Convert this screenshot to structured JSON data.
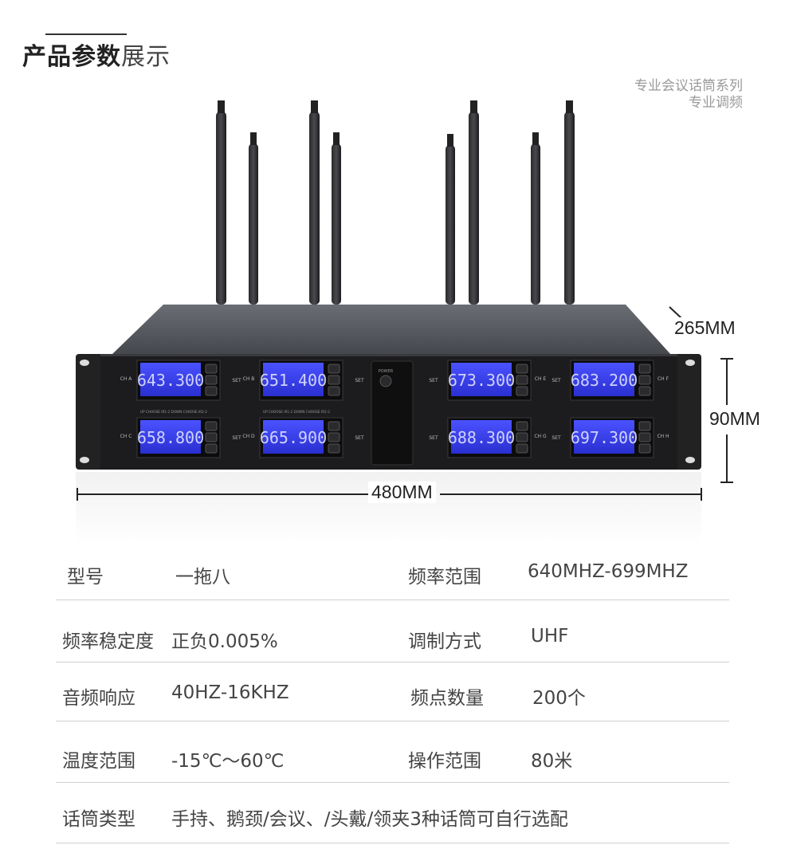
{
  "header": {
    "title_bold": "产品参数",
    "title_light": "展示",
    "tagline_line1": "专业会议话筒系列",
    "tagline_line2": "专业调频"
  },
  "device": {
    "channels": [
      {
        "label": "CH A",
        "freq": "643.300"
      },
      {
        "label": "CH B",
        "freq": "651.400"
      },
      {
        "label": "CH E",
        "freq": "673.300"
      },
      {
        "label": "CH F",
        "freq": "683.200"
      },
      {
        "label": "CH C",
        "freq": "658.800"
      },
      {
        "label": "CH D",
        "freq": "665.900"
      },
      {
        "label": "CH G",
        "freq": "688.300"
      },
      {
        "label": "CH H",
        "freq": "697.300"
      }
    ],
    "power_label": "POWER",
    "set_label": "SET",
    "panel_legend": "UP CHOOSE IR1-2  DOWN CHOOSE IR2-2"
  },
  "dimensions": {
    "depth": "265MM",
    "height": "90MM",
    "width": "480MM"
  },
  "specs": [
    {
      "k1": "型号",
      "v1": "一拖八",
      "k2": "频率范围",
      "v2": "640MHZ-699MHZ"
    },
    {
      "k1": "频率稳定度",
      "v1": "正负0.005%",
      "k2": "调制方式",
      "v2": "UHF"
    },
    {
      "k1": "音频响应",
      "v1": "40HZ-16KHZ",
      "k2": "频点数量",
      "v2": "200个"
    },
    {
      "k1": "温度范围",
      "v1": "-15℃～60℃",
      "k2": "操作范围",
      "v2": "80米"
    },
    {
      "k1": "话筒类型",
      "v1": "手持、鹅颈/会议、/头戴/领夹3种话筒可自行选配",
      "k2": "",
      "v2": ""
    }
  ],
  "colors": {
    "lcd_blue": "#3a3ee8",
    "panel_black": "#1b1b1d",
    "chassis_top": "#5a5d63"
  }
}
